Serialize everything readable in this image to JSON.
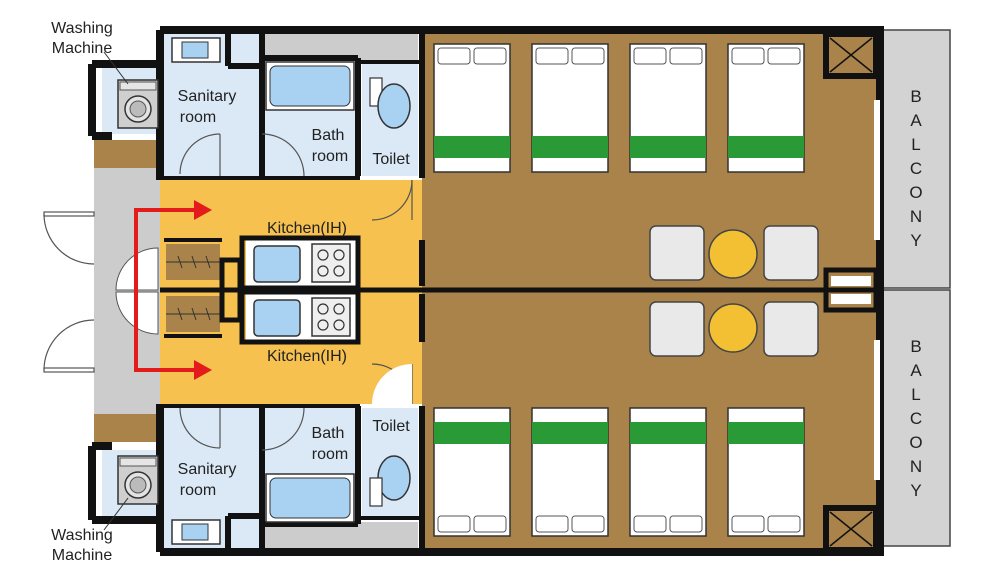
{
  "colors": {
    "wall": "#111111",
    "bedroom_floor": "#a9834a",
    "corridor_floor": "#f6c14e",
    "wet_area": "#dbe9f7",
    "fixture_blue": "#a9d2f2",
    "gray_area": "#cccccc",
    "balcony": "#d3d3d3",
    "bed_sheet": "#ffffff",
    "bed_cover": "#2a9a36",
    "table": "#f2c032",
    "arrow": "#e31b1b"
  },
  "labels": {
    "washing_machine_top_1": "Washing",
    "washing_machine_top_2": "Machine",
    "washing_machine_bottom_1": "Washing",
    "washing_machine_bottom_2": "Machine",
    "sanitary_top_1": "Sanitary",
    "sanitary_top_2": "room",
    "sanitary_bottom_1": "Sanitary",
    "sanitary_bottom_2": "room",
    "bath_top_1": "Bath",
    "bath_top_2": "room",
    "bath_bottom_1": "Bath",
    "bath_bottom_2": "room",
    "toilet_top": "Toilet",
    "toilet_bottom": "Toilet",
    "kitchen_top": "Kitchen(IH)",
    "kitchen_bottom": "Kitchen(IH)",
    "balcony_top": "BALCONY",
    "balcony_bottom": "BALCONY"
  },
  "icons": {
    "washing_machine": "washing-machine-icon",
    "bathtub": "bathtub-icon",
    "toilet": "toilet-icon",
    "sink": "sink-icon",
    "stove": "ih-stove-icon",
    "bed": "bed-icon",
    "chair": "chair-icon",
    "table": "round-table-icon",
    "arrow": "red-arrow-icon",
    "closet": "closet-icon",
    "duct": "duct-icon"
  }
}
